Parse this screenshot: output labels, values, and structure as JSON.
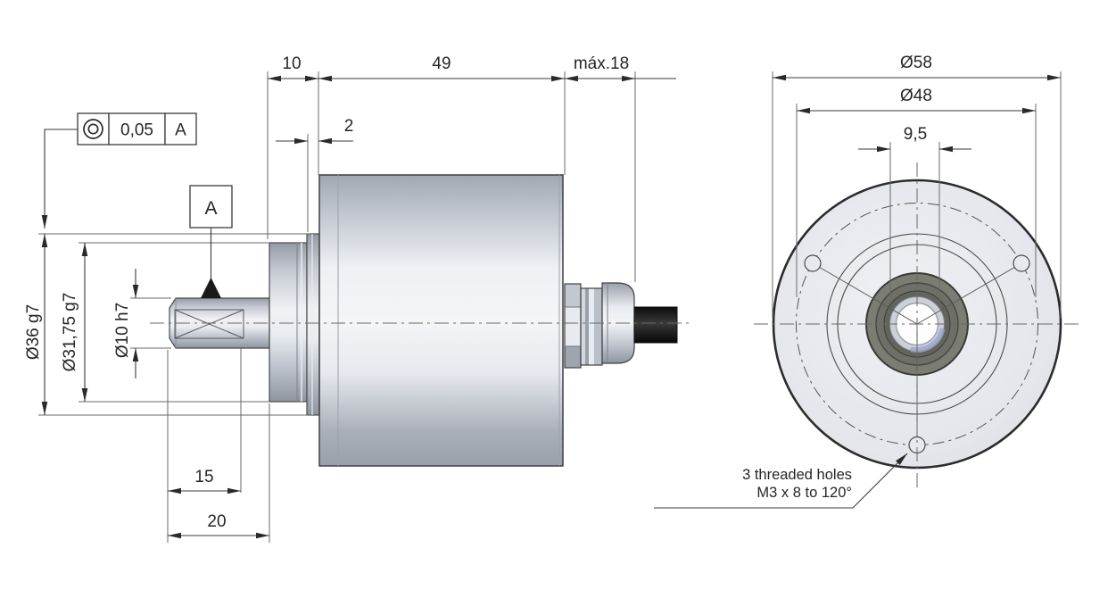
{
  "side_view": {
    "dims": {
      "flange_width": "10",
      "body_length": "49",
      "gland_max": "máx.18",
      "step": "2",
      "outer_flange": "Ø36 g7",
      "pilot": "Ø31,75 g7",
      "shaft": "Ø10 h7",
      "flat_length": "15",
      "shaft_length": "20"
    },
    "tolerance_frame": {
      "symbol_icon": "concentricity",
      "value": "0,05",
      "datum": "A"
    },
    "datum_label": "A"
  },
  "front_view": {
    "dims": {
      "outer_diameter": "Ø58",
      "bolt_circle": "Ø48",
      "hole_offset": "9,5"
    },
    "note": {
      "line1": "3 threaded holes",
      "line2": "M3 x 8 to 120°"
    }
  }
}
